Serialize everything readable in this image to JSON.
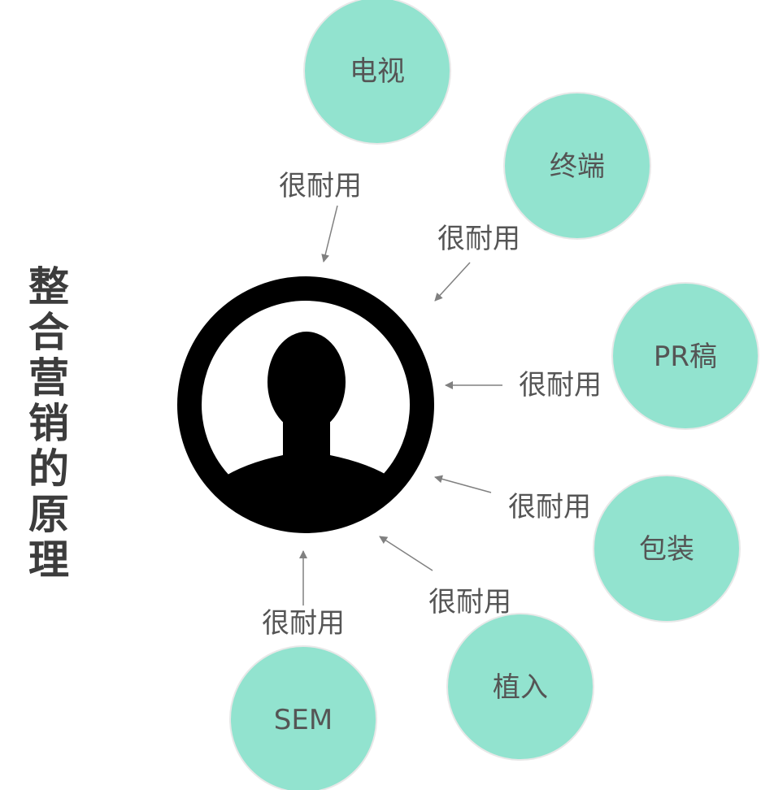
{
  "title": "整合营销的原理",
  "center_icon": "person-avatar-icon",
  "colors": {
    "bubble": "#92e3cf",
    "bubble_text": "#555555",
    "arrow": "#808080",
    "label": "#555555"
  },
  "channels": [
    {
      "name": "电视",
      "label": "很耐用"
    },
    {
      "name": "终端",
      "label": "很耐用"
    },
    {
      "name": "PR稿",
      "label": "很耐用"
    },
    {
      "name": "包装",
      "label": "很耐用"
    },
    {
      "name": "植入",
      "label": "很耐用"
    },
    {
      "name": "SEM",
      "label": "很耐用"
    }
  ]
}
